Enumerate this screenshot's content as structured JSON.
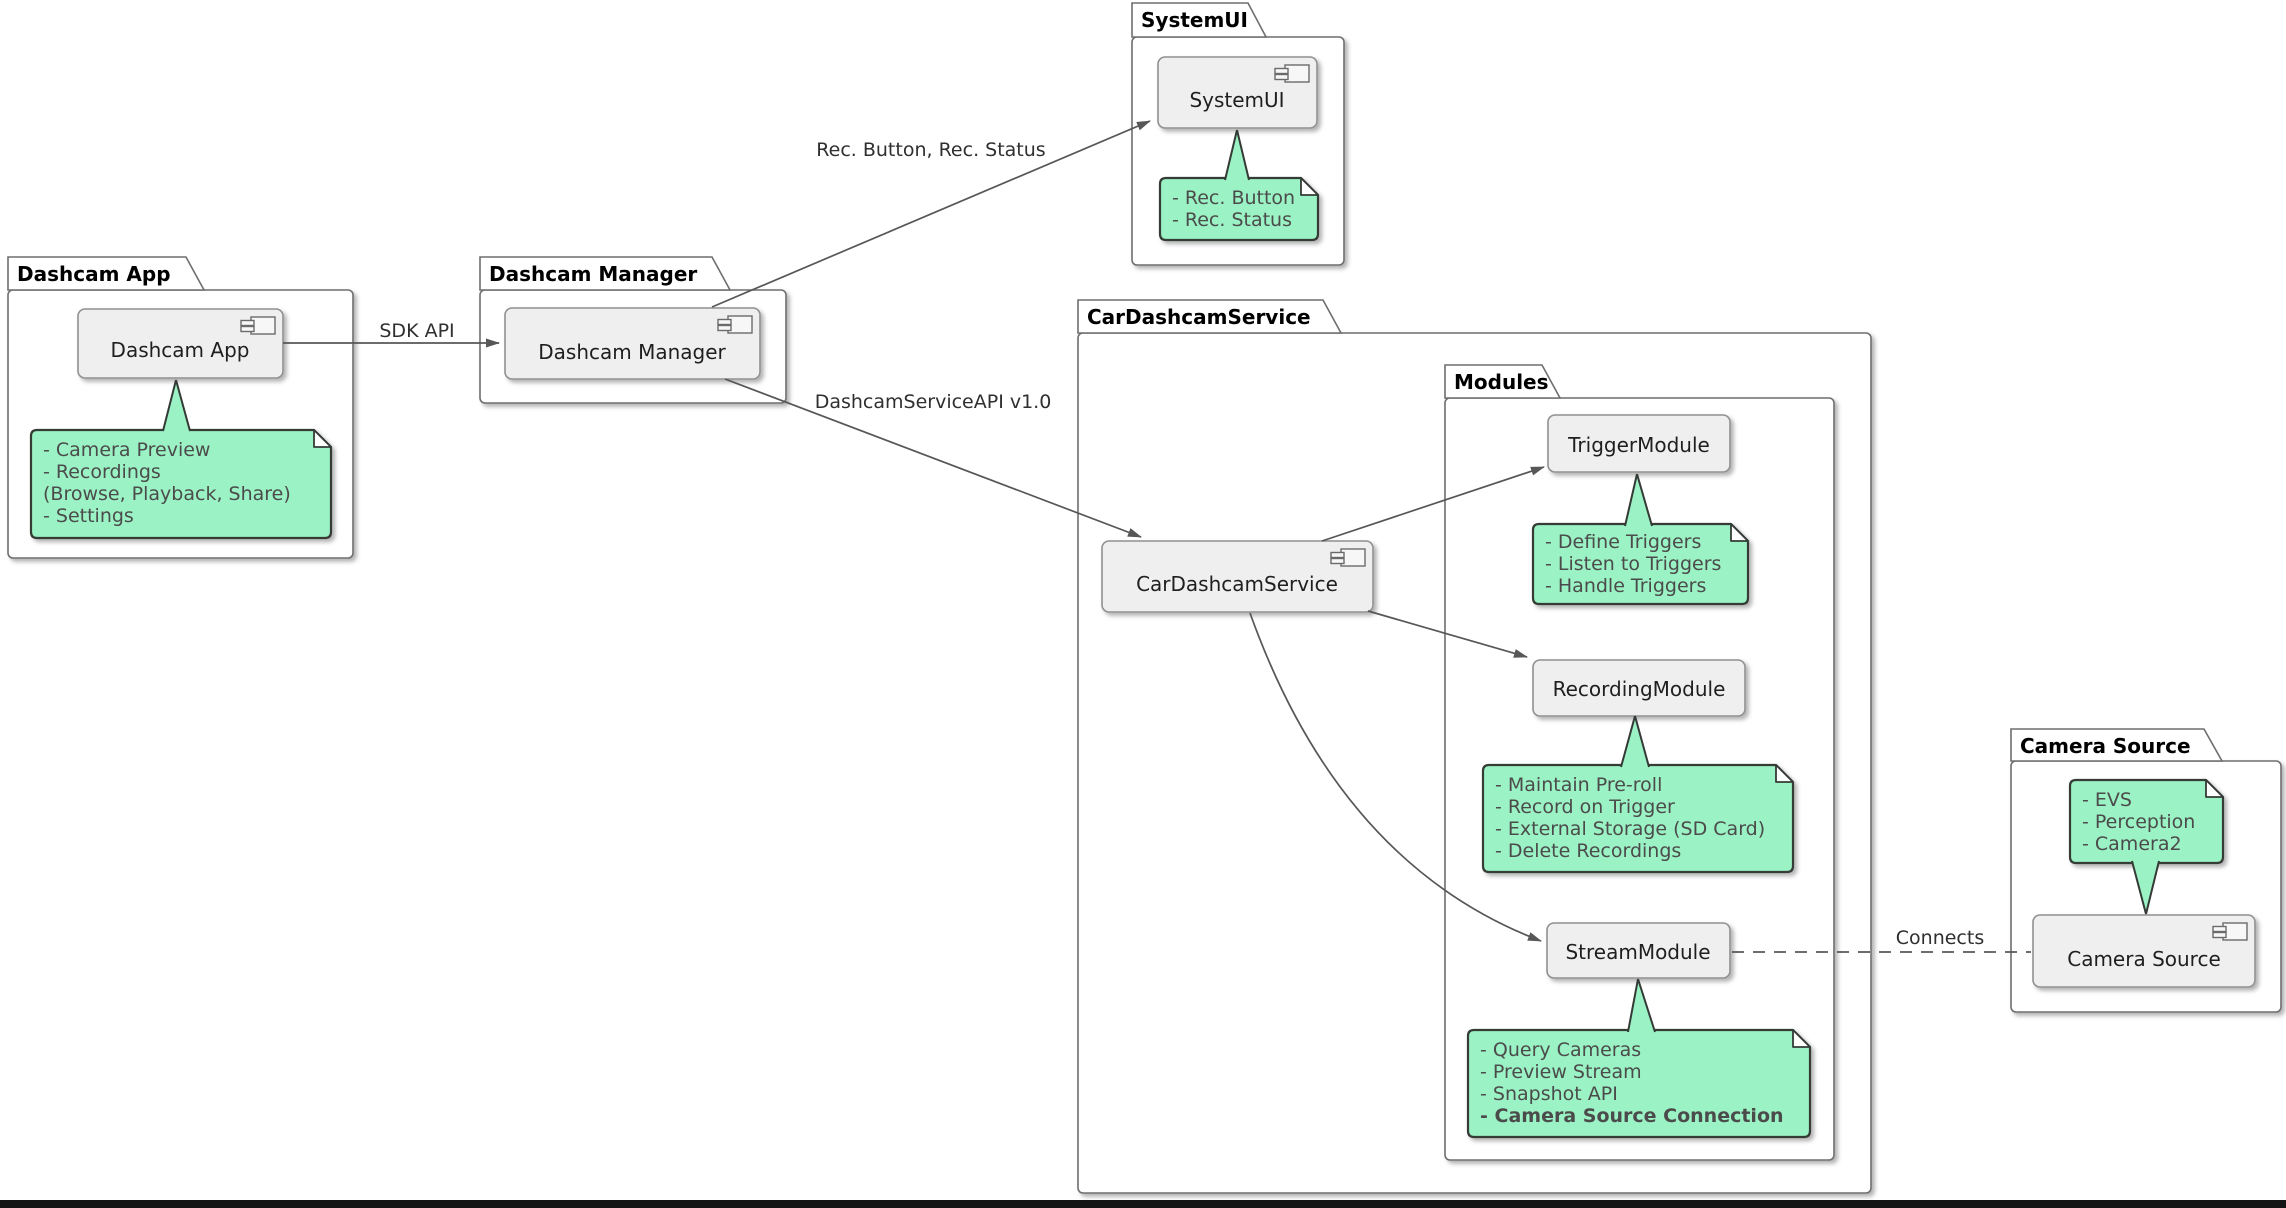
{
  "packages": {
    "dashcam_app": {
      "title": "Dashcam App"
    },
    "dashcam_manager": {
      "title": "Dashcam Manager"
    },
    "systemui": {
      "title": "SystemUI"
    },
    "car_dashcam_service": {
      "title": "CarDashcamService"
    },
    "modules": {
      "title": "Modules"
    },
    "camera_source": {
      "title": "Camera Source"
    }
  },
  "components": {
    "dashcam_app": {
      "label": "Dashcam App"
    },
    "dashcam_manager": {
      "label": "Dashcam Manager"
    },
    "systemui": {
      "label": "SystemUI"
    },
    "car_dashcam_service": {
      "label": "CarDashcamService"
    },
    "trigger_module": {
      "label": "TriggerModule"
    },
    "recording_module": {
      "label": "RecordingModule"
    },
    "stream_module": {
      "label": "StreamModule"
    },
    "camera_source": {
      "label": "Camera Source"
    }
  },
  "notes": {
    "dashcam_app": {
      "lines": [
        "- Camera Preview",
        "- Recordings",
        "  (Browse, Playback, Share)",
        "- Settings"
      ]
    },
    "systemui": {
      "lines": [
        "- Rec. Button",
        "- Rec. Status"
      ]
    },
    "trigger": {
      "lines": [
        "- Define Triggers",
        "- Listen to Triggers",
        "- Handle Triggers"
      ]
    },
    "recording": {
      "lines": [
        "- Maintain Pre-roll",
        "- Record on Trigger",
        "- External Storage (SD Card)",
        "- Delete Recordings"
      ]
    },
    "stream": {
      "lines": [
        "- Query Cameras",
        "- Preview Stream",
        "- Snapshot API",
        "- Camera Source Connection"
      ]
    },
    "camera_source": {
      "lines": [
        "- EVS",
        "- Perception",
        "- Camera2"
      ]
    }
  },
  "edge_labels": {
    "sdk_api": "SDK API",
    "rec_signals": "Rec. Button, Rec. Status",
    "service_api": "DashcamServiceAPI v1.0",
    "connects": "Connects"
  },
  "colors": {
    "note_fill": "#9BF2C4",
    "note_border": "#343B36",
    "note_text": "#4B4B4B",
    "component_fill": "#EFEFEF",
    "component_border": "#909090",
    "package_border": "#6E6E6E",
    "line": "#575757",
    "label_text": "#1F1F1F",
    "bottom_bar": "#141414"
  }
}
